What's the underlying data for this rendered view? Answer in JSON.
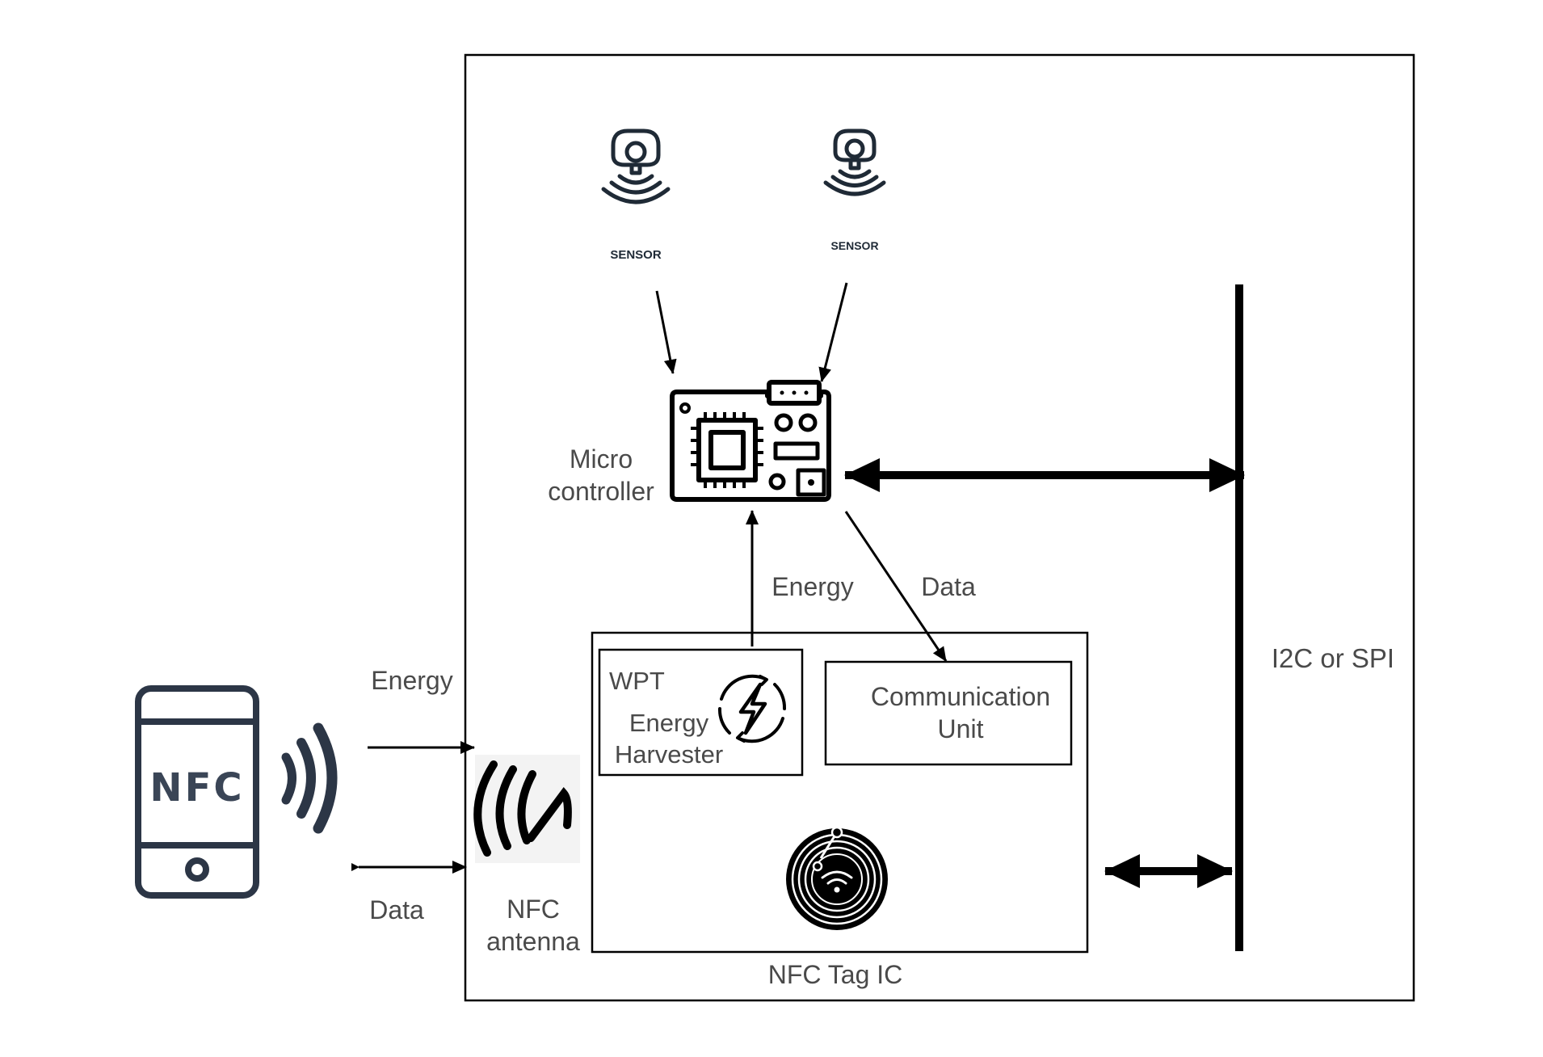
{
  "labels": {
    "sensor_1": "SENSOR",
    "sensor_2": "SENSOR",
    "micro_line1": "Micro",
    "micro_line2": "controller",
    "energy_internal": "Energy",
    "data_internal": "Data",
    "energy_external": "Energy",
    "data_external": "Data",
    "wpt": "WPT",
    "harvester_line1": "Energy",
    "harvester_line2": "Harvester",
    "comm_line1": "Communication",
    "comm_line2": "Unit",
    "antenna_line1": "NFC",
    "antenna_line2": "antenna",
    "tag_ic": "NFC Tag IC",
    "bus": "I2C or SPI",
    "phone_text": "NFC"
  },
  "icons": {
    "phone": "nfc-phone-icon",
    "waves": "wireless-waves-icon",
    "antenna": "nfc-antenna-icon",
    "sensor": "sensor-icon",
    "microcontroller": "microcontroller-board-icon",
    "harvester": "energy-harvester-icon",
    "tag": "nfc-tag-chip-icon"
  },
  "colors": {
    "line": "#000000",
    "text": "#4a4a4a",
    "phone": "#2c3646"
  }
}
